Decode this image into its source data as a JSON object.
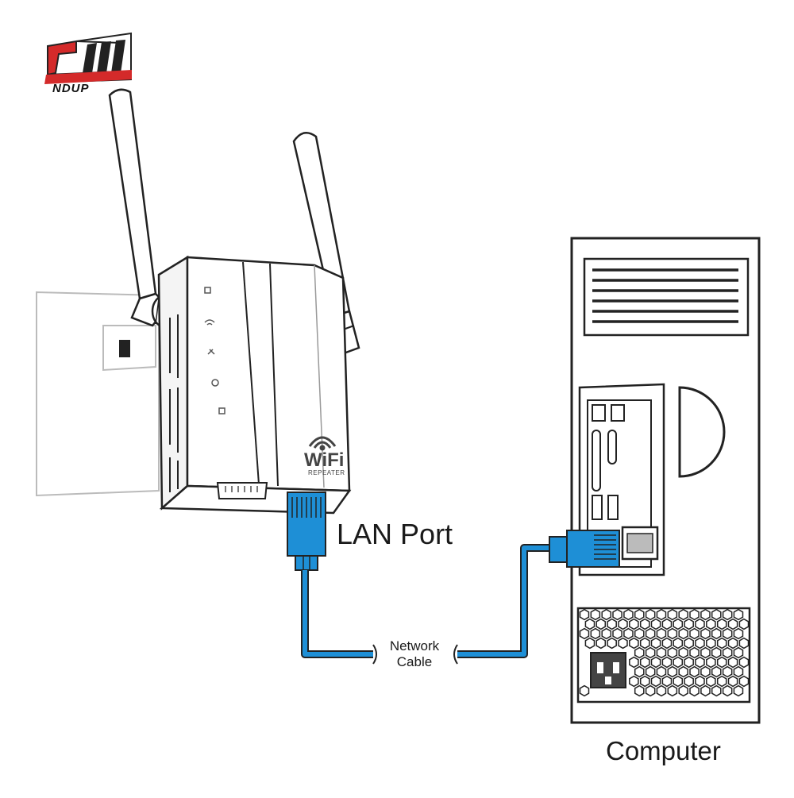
{
  "brand": {
    "name": "NDUP",
    "accent": "#d42a2a"
  },
  "device": {
    "wifi_mark": "WiFi",
    "subtitle": "REPEATER"
  },
  "labels": {
    "lan_port": "LAN Port",
    "network_cable": [
      "Network",
      "Cable"
    ],
    "computer": "Computer"
  },
  "colors": {
    "cable": "#1e8fd6",
    "cable_dark": "#0b5e9c",
    "outline": "#222222"
  }
}
